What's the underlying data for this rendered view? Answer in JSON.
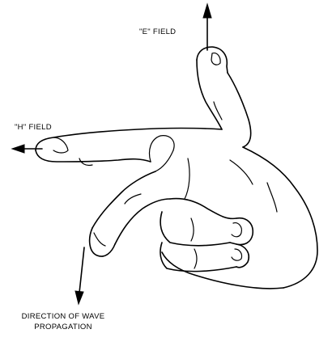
{
  "labels": {
    "e_field": "\"E\" FIELD",
    "h_field": "\"H\" FIELD",
    "direction_line1": "DIRECTION OF WAVE",
    "direction_line2": "PROPAGATION"
  },
  "colors": {
    "ink": "#000000",
    "background": "#ffffff"
  }
}
